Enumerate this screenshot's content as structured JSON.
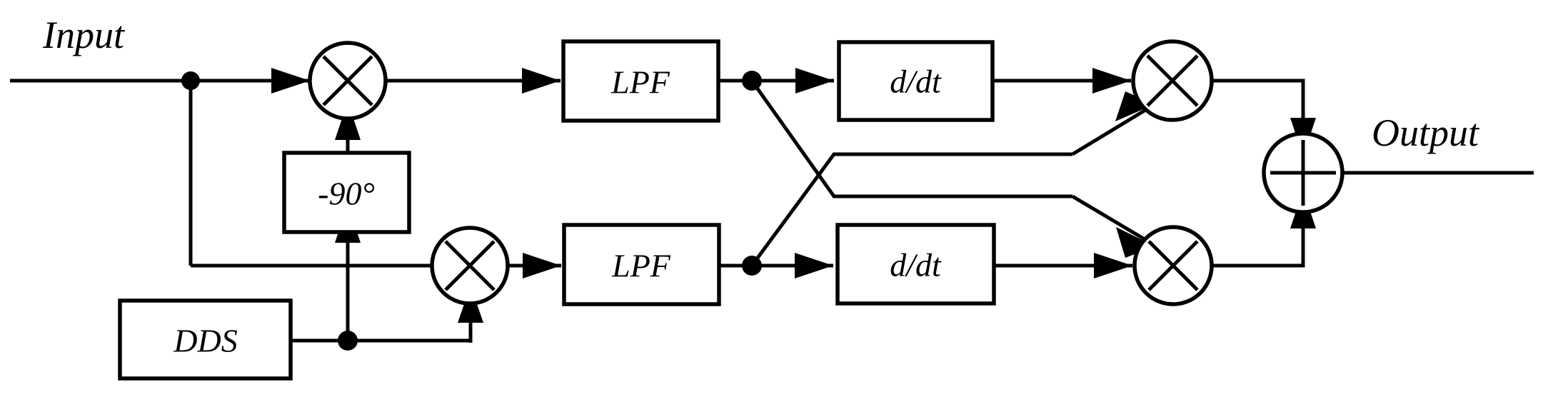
{
  "diagram": {
    "title": "Quadrature demodulator block diagram",
    "background_color": "#ffffff",
    "line_color": "#000000",
    "ports": {
      "input_label": "Input",
      "output_label": "Output"
    },
    "blocks": {
      "phase_shift": "-90°",
      "dds": "DDS",
      "lpf_top": "LPF",
      "lpf_bottom": "LPF",
      "diff_top": "d/dt",
      "diff_bottom": "d/dt"
    },
    "symbols": {
      "mixer_top_left": "multiplier-x",
      "mixer_bottom_left": "multiplier-x",
      "mixer_top_right": "multiplier-x",
      "mixer_bottom_right": "multiplier-x",
      "summer": "adder-plus"
    },
    "junction_count": 4
  }
}
